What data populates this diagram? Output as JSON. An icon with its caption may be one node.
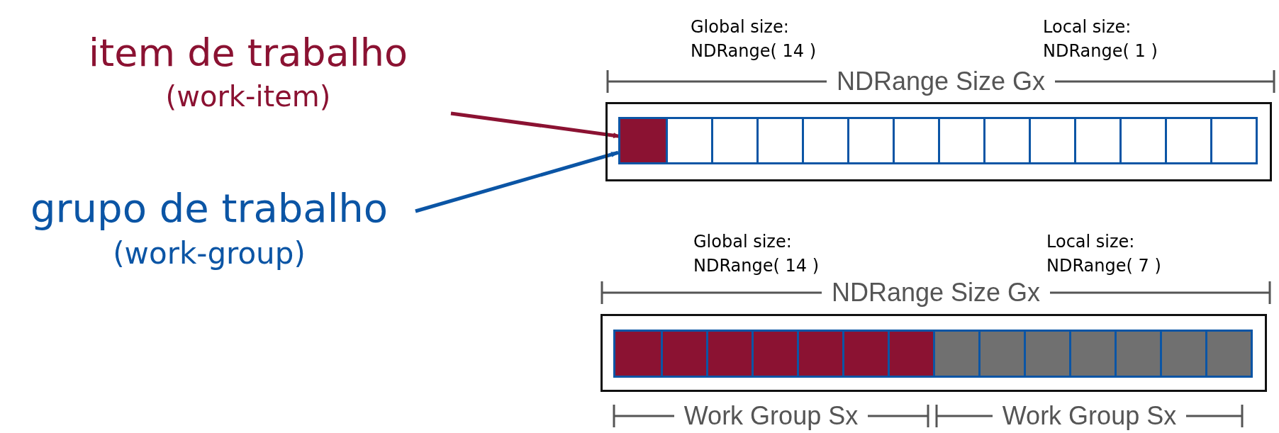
{
  "diagram": {
    "nodes": [
      {
        "text": [
          "item de trabalho",
          "(work-item)"
        ]
      },
      {
        "text": [
          "grupo de trabalho",
          "(work-group)"
        ]
      },
      {
        "text": [],
        "shape": "box"
      },
      {
        "text": [],
        "shape": "box",
        "in": 2
      },
      {
        "text": [],
        "shape": "box",
        "in": 3
      },
      {
        "text": [],
        "shape": "box",
        "in": 3
      },
      {
        "text": [],
        "shape": "box",
        "in": 3
      },
      {
        "text": [],
        "shape": "box",
        "in": 3
      },
      {
        "text": [],
        "shape": "box",
        "in": 3
      },
      {
        "text": [],
        "shape": "box",
        "in": 3
      },
      {
        "text": [],
        "shape": "box",
        "in": 3
      },
      {
        "text": [],
        "shape": "box",
        "in": 3
      },
      {
        "text": [],
        "shape": "box",
        "in": 3
      },
      {
        "text": [],
        "shape": "box",
        "in": 3
      },
      {
        "text": [],
        "shape": "box",
        "in": 3
      },
      {
        "text": [],
        "shape": "box",
        "in": 3
      },
      {
        "text": [],
        "shape": "box",
        "in": 3
      },
      {
        "text": [],
        "shape": "box",
        "in": 3
      },
      {
        "text": [],
        "shape": "box"
      },
      {
        "text": [],
        "shape": "box",
        "in": 18
      },
      {
        "text": [],
        "shape": "box",
        "in": 19
      },
      {
        "text": [],
        "shape": "box",
        "in": 19
      },
      {
        "text": [],
        "shape": "box",
        "in": 19
      },
      {
        "text": [],
        "shape": "box",
        "in": 19
      },
      {
        "text": [],
        "shape": "box",
        "in": 19
      },
      {
        "text": [],
        "shape": "box",
        "in": 19
      },
      {
        "text": [],
        "shape": "box",
        "in": 19
      },
      {
        "text": [],
        "shape": "box",
        "in": 19
      },
      {
        "text": [],
        "shape": "box",
        "in": 19
      },
      {
        "text": [],
        "shape": "box",
        "in": 19
      },
      {
        "text": [],
        "shape": "box",
        "in": 19
      },
      {
        "text": [],
        "shape": "box",
        "in": 19
      },
      {
        "text": [],
        "shape": "box",
        "in": 19
      },
      {
        "text": [],
        "shape": "box",
        "in": 19
      }
    ],
    "edges": [
      {
        "from": 0,
        "to": 4,
        "arrow": "to",
        "color": "#8b1232"
      },
      {
        "from": 1,
        "to": 3,
        "arrow": "to",
        "color": "#0b55a5"
      }
    ],
    "labels": [
      "Global size: NDRange( 14 )",
      "Local size: NDRange( 1 )",
      "NDRange Size Gx",
      "Global size: NDRange( 14 )",
      "Local size: NDRange( 7 )",
      "NDRange Size Gx",
      "Work Group Sx",
      "Work Group Sx"
    ]
  }
}
